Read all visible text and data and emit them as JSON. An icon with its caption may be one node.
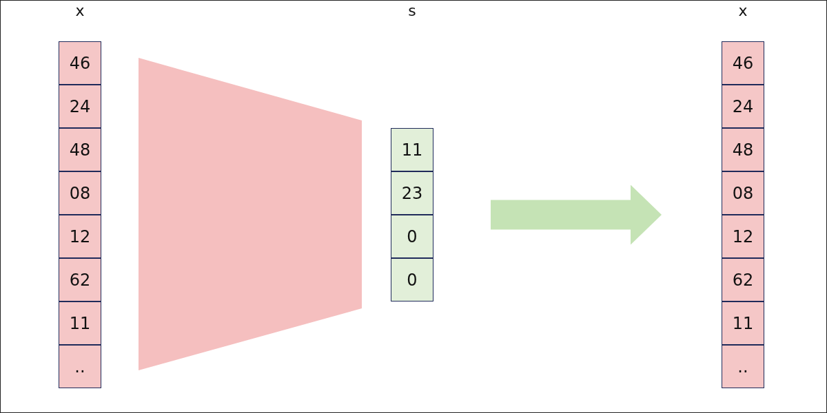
{
  "diagram": {
    "nodes": [
      {
        "text": [
          "x"
        ]
      },
      {
        "text": [
          "46"
        ],
        "in": 0
      },
      {
        "text": [
          "24"
        ],
        "in": 0
      },
      {
        "text": [
          "48"
        ],
        "in": 0
      },
      {
        "text": [
          "08"
        ],
        "in": 0
      },
      {
        "text": [
          "12"
        ],
        "in": 0
      },
      {
        "text": [
          "62"
        ],
        "in": 0
      },
      {
        "text": [
          "11"
        ],
        "in": 0
      },
      {
        "text": [
          ".."
        ],
        "in": 0
      },
      {
        "text": [],
        "shape": "trapezoid"
      },
      {
        "text": [
          "s"
        ]
      },
      {
        "text": [
          "11"
        ],
        "in": 10
      },
      {
        "text": [
          "23"
        ],
        "in": 10
      },
      {
        "text": [
          "0"
        ],
        "in": 10
      },
      {
        "text": [
          "0"
        ],
        "in": 10
      },
      {
        "text": [
          "x"
        ]
      },
      {
        "text": [
          "46"
        ],
        "in": 15
      },
      {
        "text": [
          "24"
        ],
        "in": 15
      },
      {
        "text": [
          "48"
        ],
        "in": 15
      },
      {
        "text": [
          "08"
        ],
        "in": 15
      },
      {
        "text": [
          "12"
        ],
        "in": 15
      },
      {
        "text": [
          "62"
        ],
        "in": 15
      },
      {
        "text": [
          "11"
        ],
        "in": 15
      },
      {
        "text": [
          ".."
        ],
        "in": 15
      }
    ],
    "edges": [
      {
        "from": 10,
        "to": 15,
        "arrow": "to",
        "color": "#c5e3b5"
      }
    ]
  }
}
